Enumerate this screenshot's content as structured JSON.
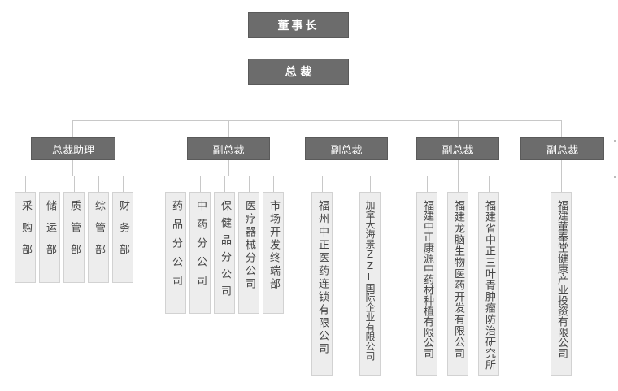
{
  "chairman": "董事长",
  "president": "总 裁",
  "assistant": {
    "title": "总裁助理",
    "depts": [
      "采购部",
      "储运部",
      "质管部",
      "综管部",
      "财务部"
    ]
  },
  "vp1": {
    "title": "副总裁",
    "units": [
      "药品分公司",
      "中药分公司",
      "保健品分公司",
      "医疗器械分公司",
      "市场开发终端部"
    ]
  },
  "vp2": {
    "title": "副总裁",
    "units": [
      "福州中正医药连锁有限公司",
      "加拿大海景ZZL国际企业有限公司"
    ]
  },
  "vp3": {
    "title": "副总裁",
    "units": [
      "福建中正康源中药材种植有限公司",
      "福建龙脑生物医药开发有限公司",
      "福建省中正三叶青肿瘤防治研究所"
    ]
  },
  "vp4": {
    "title": "副总裁",
    "units": [
      "福建董奉堂健康产业投资有限公司"
    ]
  }
}
